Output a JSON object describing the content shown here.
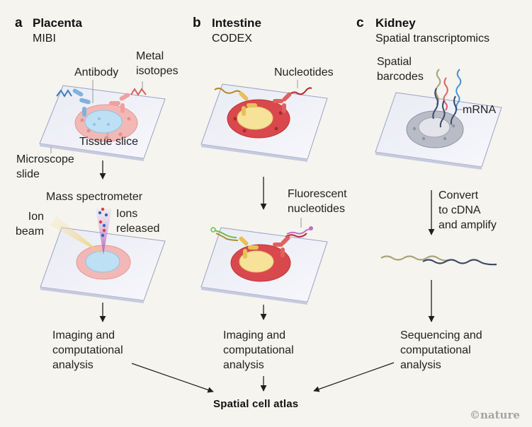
{
  "panels": [
    {
      "letter": "a",
      "title": "Placenta",
      "method": "MIBI",
      "labels": {
        "metal_isotopes": "Metal\nisotopes",
        "antibody": "Antibody",
        "tissue_slice": "Tissue slice",
        "microscope_slide": "Microscope\nslide",
        "mass_spectrometer": "Mass spectrometer",
        "ion_beam": "Ion\nbeam",
        "ions_released": "Ions\nreleased",
        "analysis": "Imaging and\ncomputational\nanalysis"
      },
      "colors": {
        "antibody_left": "#5b9bd5",
        "antibody_right": "#e07a7a",
        "tissue_outer": "#f2b8b6",
        "tissue_inner": "#bde0f5"
      }
    },
    {
      "letter": "b",
      "title": "Intestine",
      "method": "CODEX",
      "labels": {
        "nucleotides": "Nucleotides",
        "fluorescent_nucleotides": "Fluorescent\nnucleotides",
        "analysis": "Imaging and\ncomputational\nanalysis"
      },
      "colors": {
        "antibody_left": "#e6c15a",
        "antibody_right": "#d94b4b",
        "tissue_outer": "#d9484c",
        "tissue_inner": "#f7e29a",
        "fluor_green": "#6cc04a",
        "fluor_purple": "#c46bc8"
      }
    },
    {
      "letter": "c",
      "title": "Kidney",
      "method": "Spatial transcriptomics",
      "labels": {
        "spatial_barcodes": "Spatial\nbarcodes",
        "mrna": "mRNA",
        "convert": "Convert\nto cDNA\nand amplify",
        "analysis": "Sequencing and\ncomputational\nanalysis"
      },
      "colors": {
        "barcode_1": "#a9a27c",
        "barcode_2": "#e06060",
        "barcode_3": "#4b93d6",
        "mrna": "#3a4a66",
        "tissue": "#b9bcc6"
      }
    }
  ],
  "final_output": "Spatial cell atlas",
  "credit": "©nature"
}
